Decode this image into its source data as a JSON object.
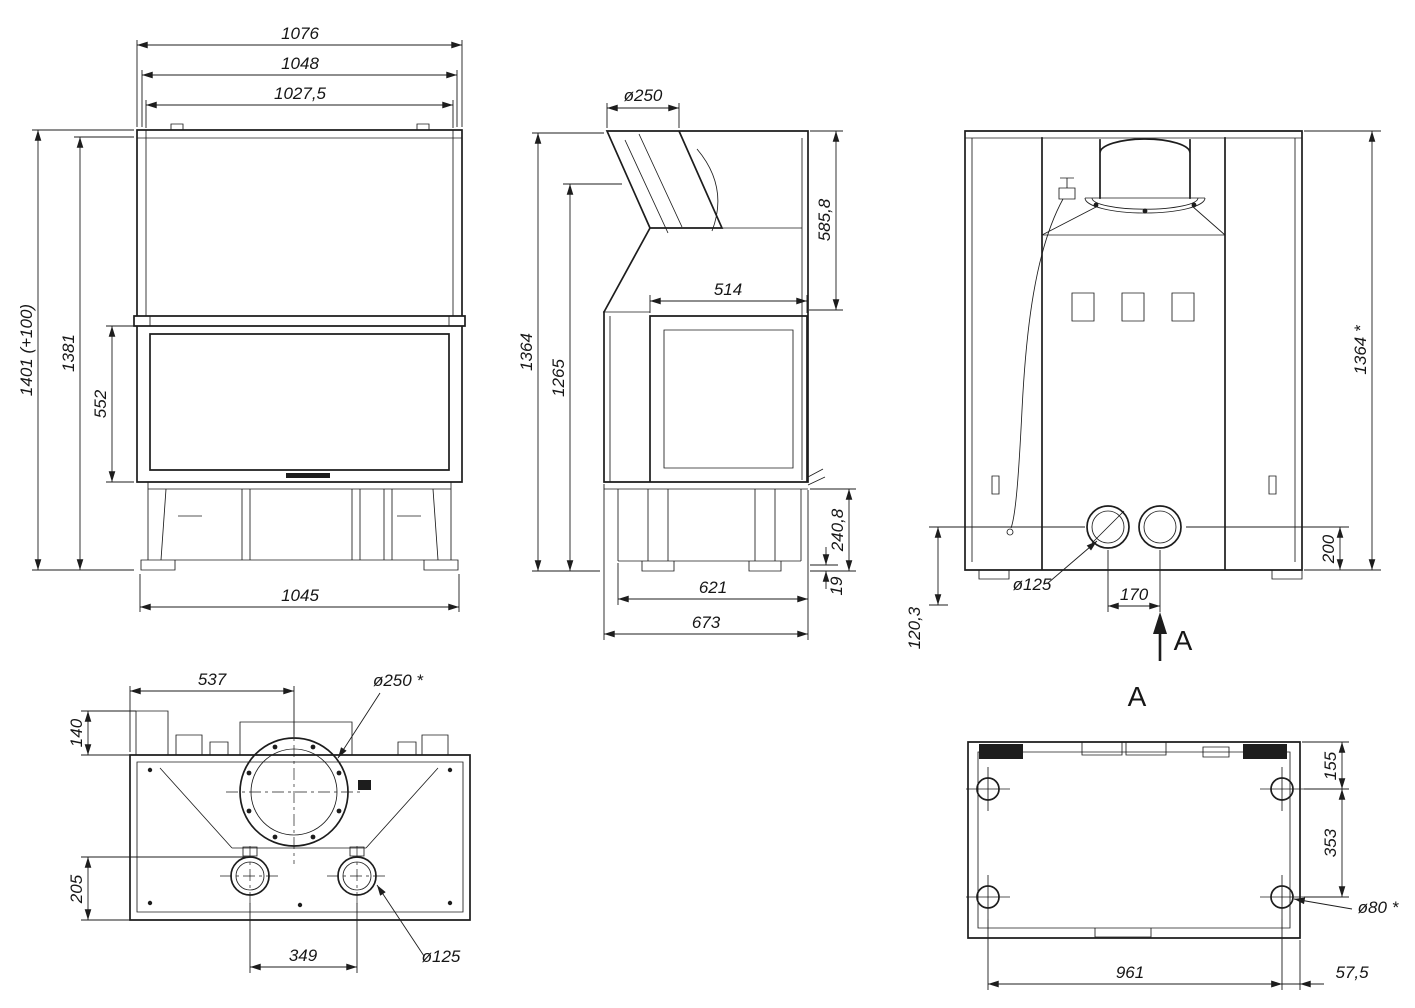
{
  "sheet": {
    "background": "#ffffff",
    "line_color": "#1d1d1d"
  },
  "views": {
    "front": {
      "dims": {
        "top_width": "1076",
        "mid_width": "1048",
        "glass_width": "1027,5",
        "total_height": "1401 (+100)",
        "body_height": "1381",
        "door_height": "552",
        "base_width": "1045"
      }
    },
    "side": {
      "dims": {
        "flue_diameter": "ø250",
        "hood_height": "585,8",
        "side_glass_width": "514",
        "overall_height": "1364",
        "front_height": "1265",
        "base_height": "240,8",
        "foot_gap": "19",
        "base_depth": "621",
        "overall_depth": "673"
      }
    },
    "back": {
      "dims": {
        "overall_height": "1364 *",
        "outlet_height": "200",
        "outlet_diameter": "ø125",
        "outlet_spacing": "170",
        "side_offset": "120,3",
        "section_letter": "A"
      }
    },
    "top": {
      "dims": {
        "flue_center_offset": "537",
        "flue_diameter": "ø250 *",
        "front_strip": "140",
        "rear_strip": "205",
        "inlet_spacing": "349",
        "inlet_diameter": "ø125"
      }
    },
    "bottom": {
      "dims": {
        "view_label": "A",
        "hole_top_offset": "155",
        "hole_row_spacing": "353",
        "hole_diameter": "ø80 *",
        "hole_col_spacing": "961",
        "hole_side_offset": "57,5"
      }
    }
  }
}
